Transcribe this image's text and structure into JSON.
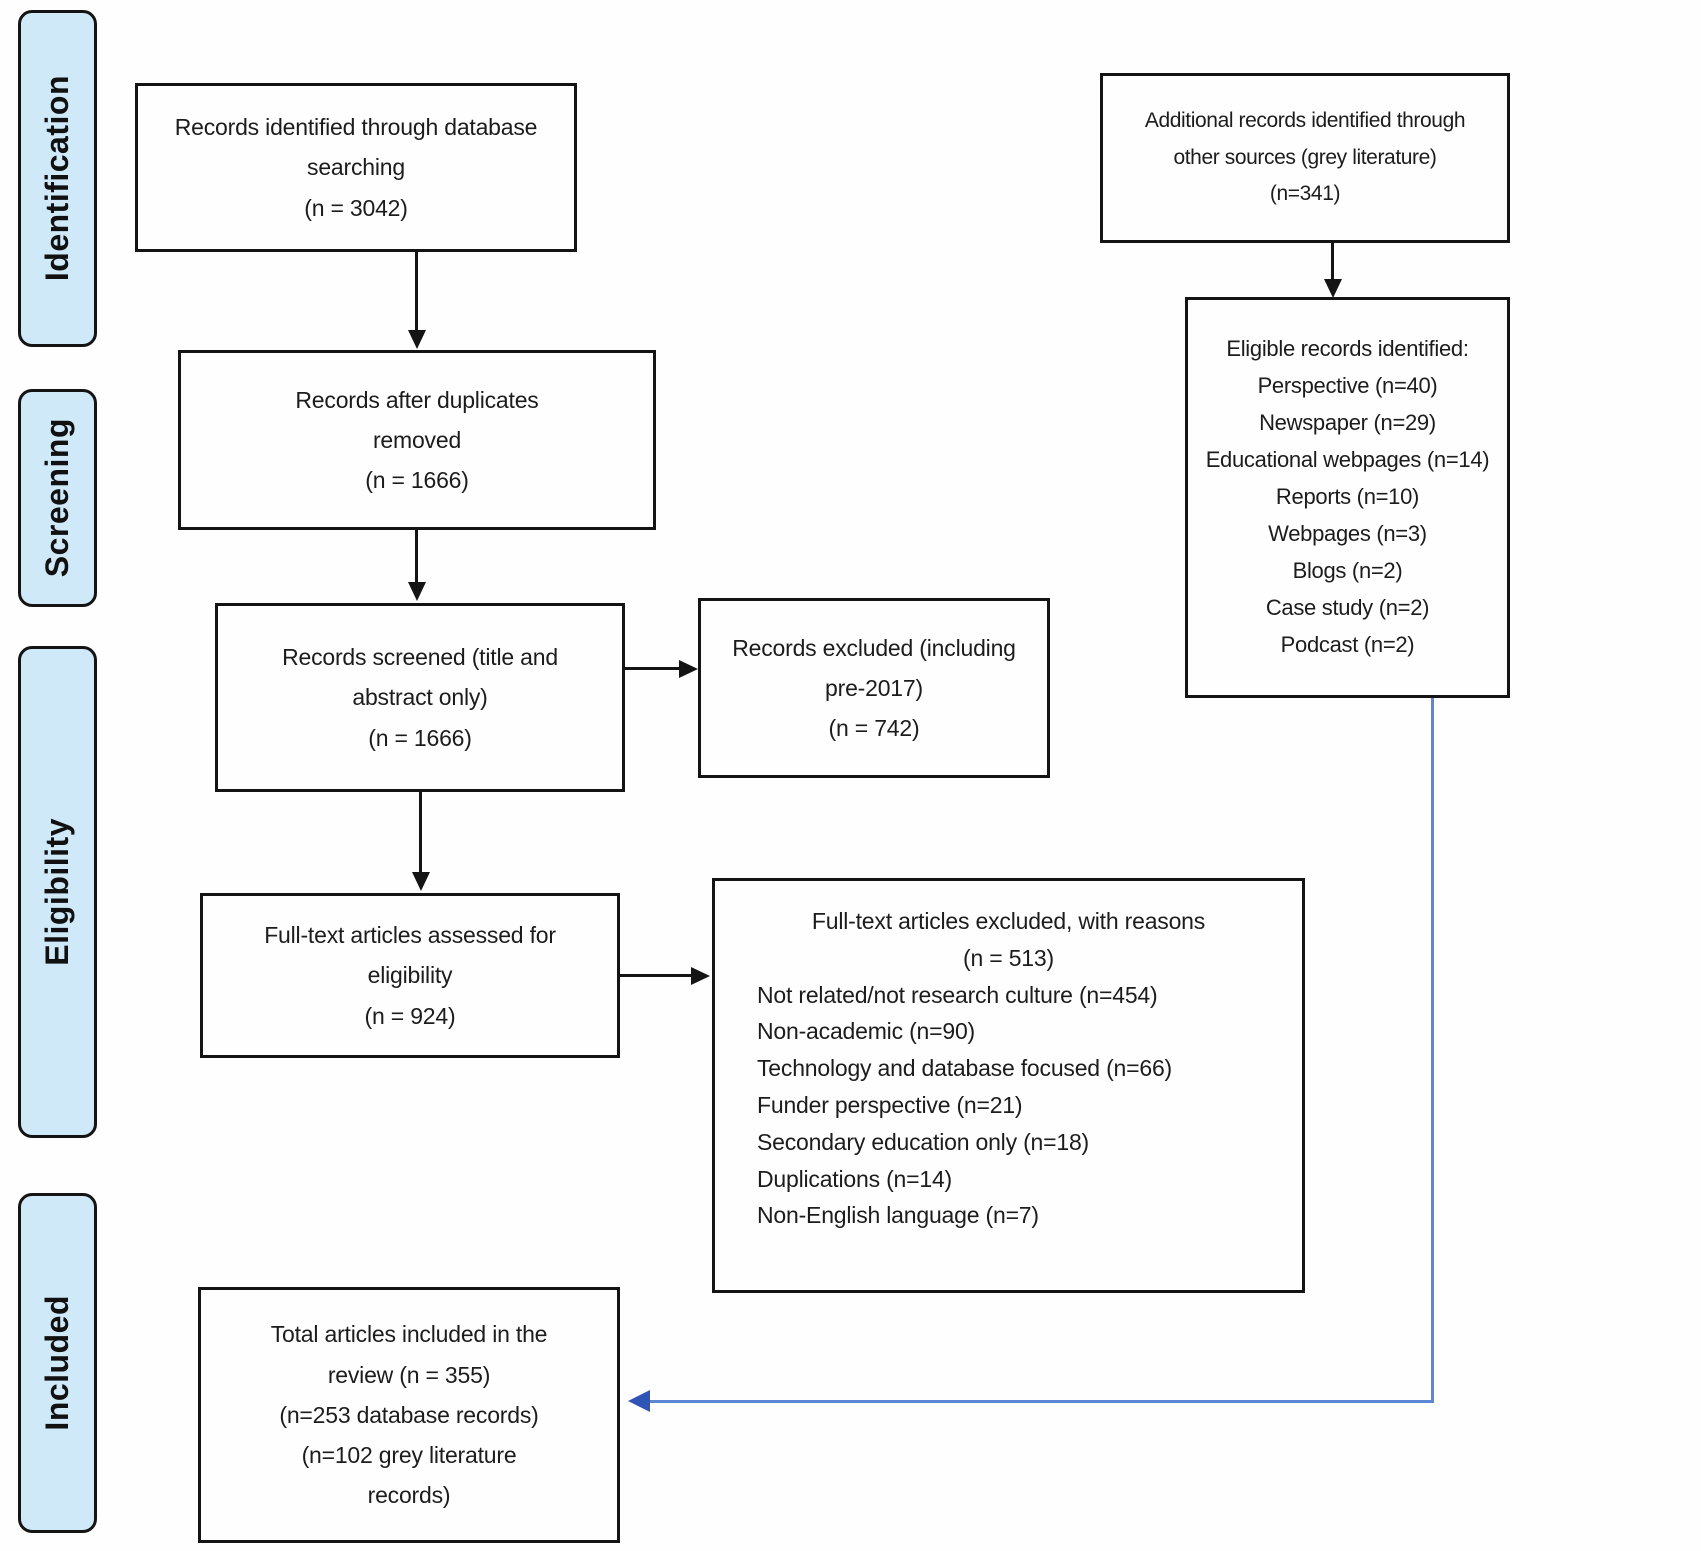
{
  "sidebar": {
    "labels": [
      {
        "id": "identification",
        "text": "Identification"
      },
      {
        "id": "screening",
        "text": "Screening"
      },
      {
        "id": "eligibility",
        "text": "Eligibility"
      },
      {
        "id": "included",
        "text": "Included"
      }
    ]
  },
  "boxes": {
    "records_identified": {
      "text": "Records identified through database\nsearching\n(n = 3042)"
    },
    "records_after_duplicates": {
      "text": "Records after duplicates\nremoved\n(n = 1666)"
    },
    "records_screened": {
      "text": "Records screened (title and\nabstract only)\n(n = 1666)"
    },
    "records_excluded": {
      "text": "Records excluded (including\npre-2017)\n(n = 742)"
    },
    "fulltext_assessed": {
      "text": "Full-text articles assessed for\neligibility\n(n = 924)"
    },
    "fulltext_excluded": {
      "header": "Full-text articles excluded, with reasons\n(n = 513)",
      "reasons": [
        "Not related/not research culture (n=454)",
        "Non-academic (n=90)",
        "Technology and database focused (n=66)",
        "Funder perspective (n=21)",
        "Secondary education only (n=18)",
        "Duplications (n=14)",
        "Non-English language (n=7)"
      ]
    },
    "total_included": {
      "text": "Total articles included in the\nreview (n = 355)\n(n=253 database records)\n(n=102 grey literature\nrecords)"
    },
    "additional_records": {
      "text": "Additional records identified through\nother sources (grey literature)\n(n=341)"
    },
    "eligible_records": {
      "header": "Eligible records identified:",
      "items": [
        "Perspective (n=40)",
        "Newspaper (n=29)",
        "Educational webpages (n=14)",
        "Reports (n=10)",
        "Webpages (n=3)",
        "Blogs (n=2)",
        "Case study (n=2)",
        "Podcast (n=2)"
      ]
    }
  },
  "colors": {
    "stage_fill": "#cfe9f9",
    "box_border": "#141414",
    "blue_line": "#5b87d5",
    "blue_arrowhead": "#2f54b5"
  }
}
